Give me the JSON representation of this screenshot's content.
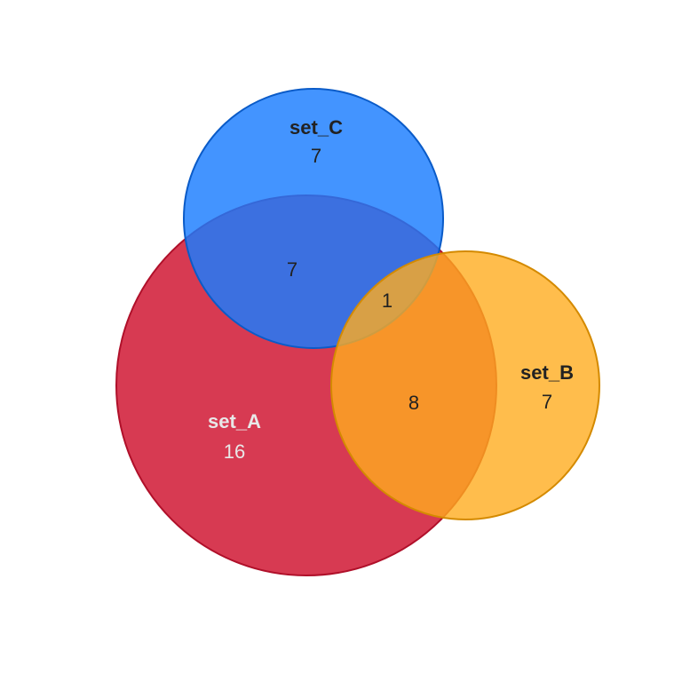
{
  "sets": {
    "a": {
      "name": "set_A",
      "only_count": "16",
      "fill": "#d21f3a",
      "stroke": "#b0102a",
      "label_color": "#e8e8e8"
    },
    "b": {
      "name": "set_B",
      "only_count": "7",
      "fill": "#ffad1f",
      "stroke": "#d48a00",
      "label_color": "#222222"
    },
    "c": {
      "name": "set_C",
      "only_count": "7",
      "fill": "#1a7dff",
      "stroke": "#0a5bc8",
      "label_color": "#222222"
    }
  },
  "intersections": {
    "a_c": "7",
    "a_b": "8",
    "a_b_c": "1"
  }
}
